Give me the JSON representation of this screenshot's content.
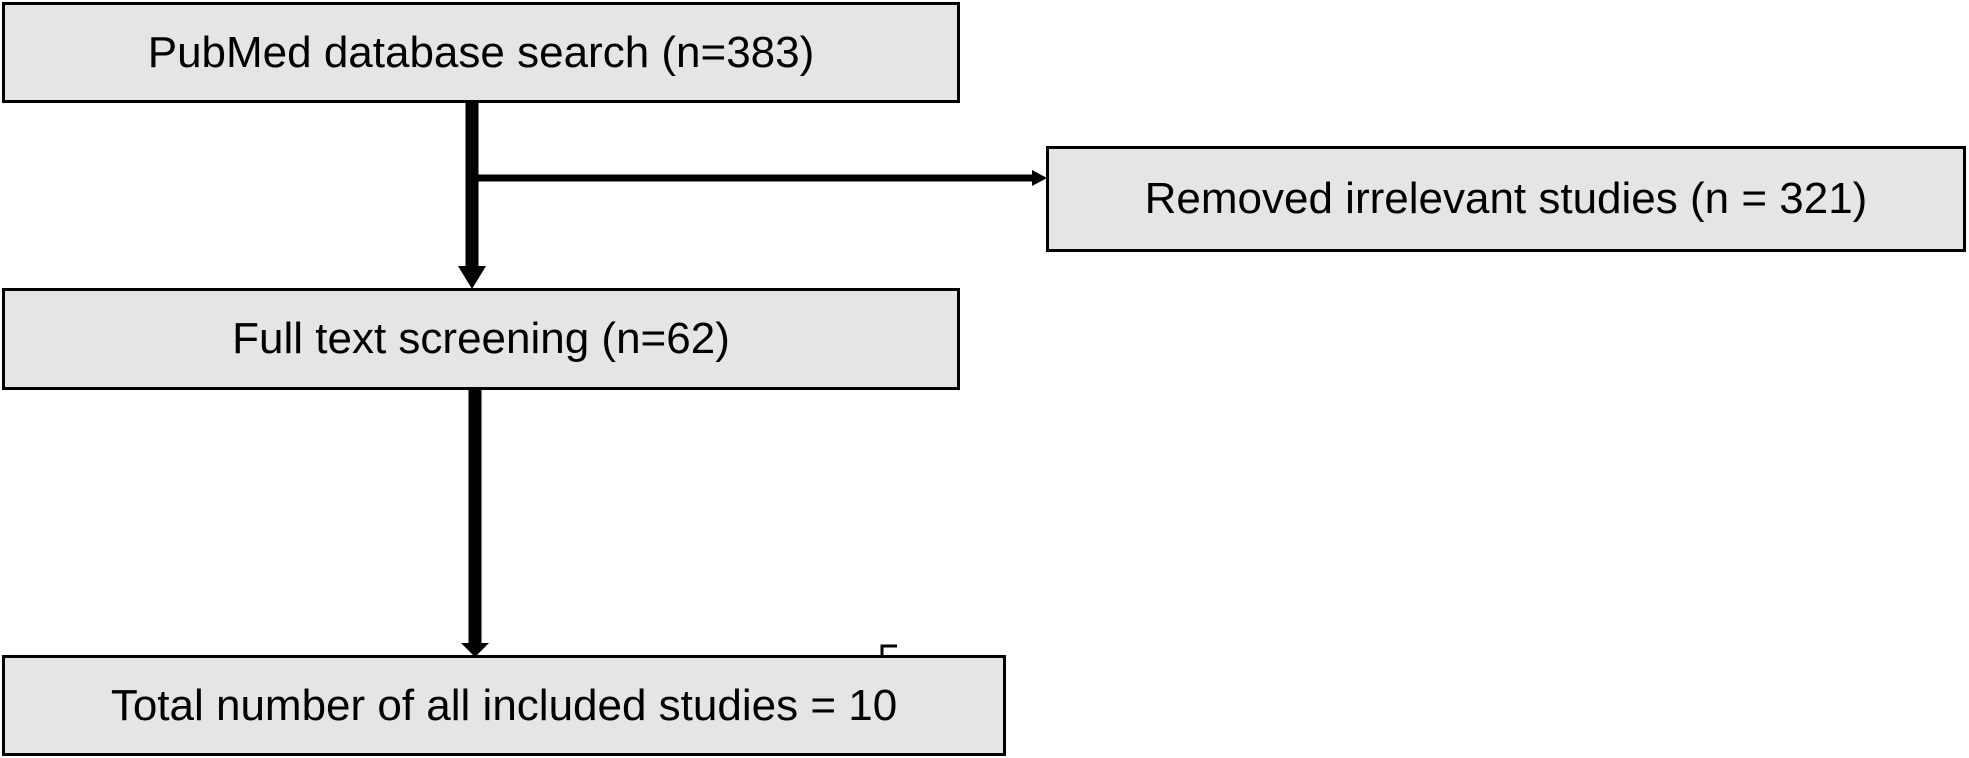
{
  "diagram": {
    "type": "flowchart",
    "nodes": {
      "search": "PubMed database search (n=383)",
      "removed": "Removed irrelevant studies (n = 321)",
      "fulltext": "Full text screening (n=62)",
      "included": "Total number of all included studies = 10"
    },
    "edges": [
      {
        "from": "search",
        "to": "fulltext"
      },
      {
        "from": "search",
        "to": "removed"
      },
      {
        "from": "fulltext",
        "to": "included"
      }
    ],
    "colors": {
      "box_fill": "#e6e4e5",
      "border": "#000000",
      "text": "#000000",
      "background": "#ffffff"
    }
  }
}
